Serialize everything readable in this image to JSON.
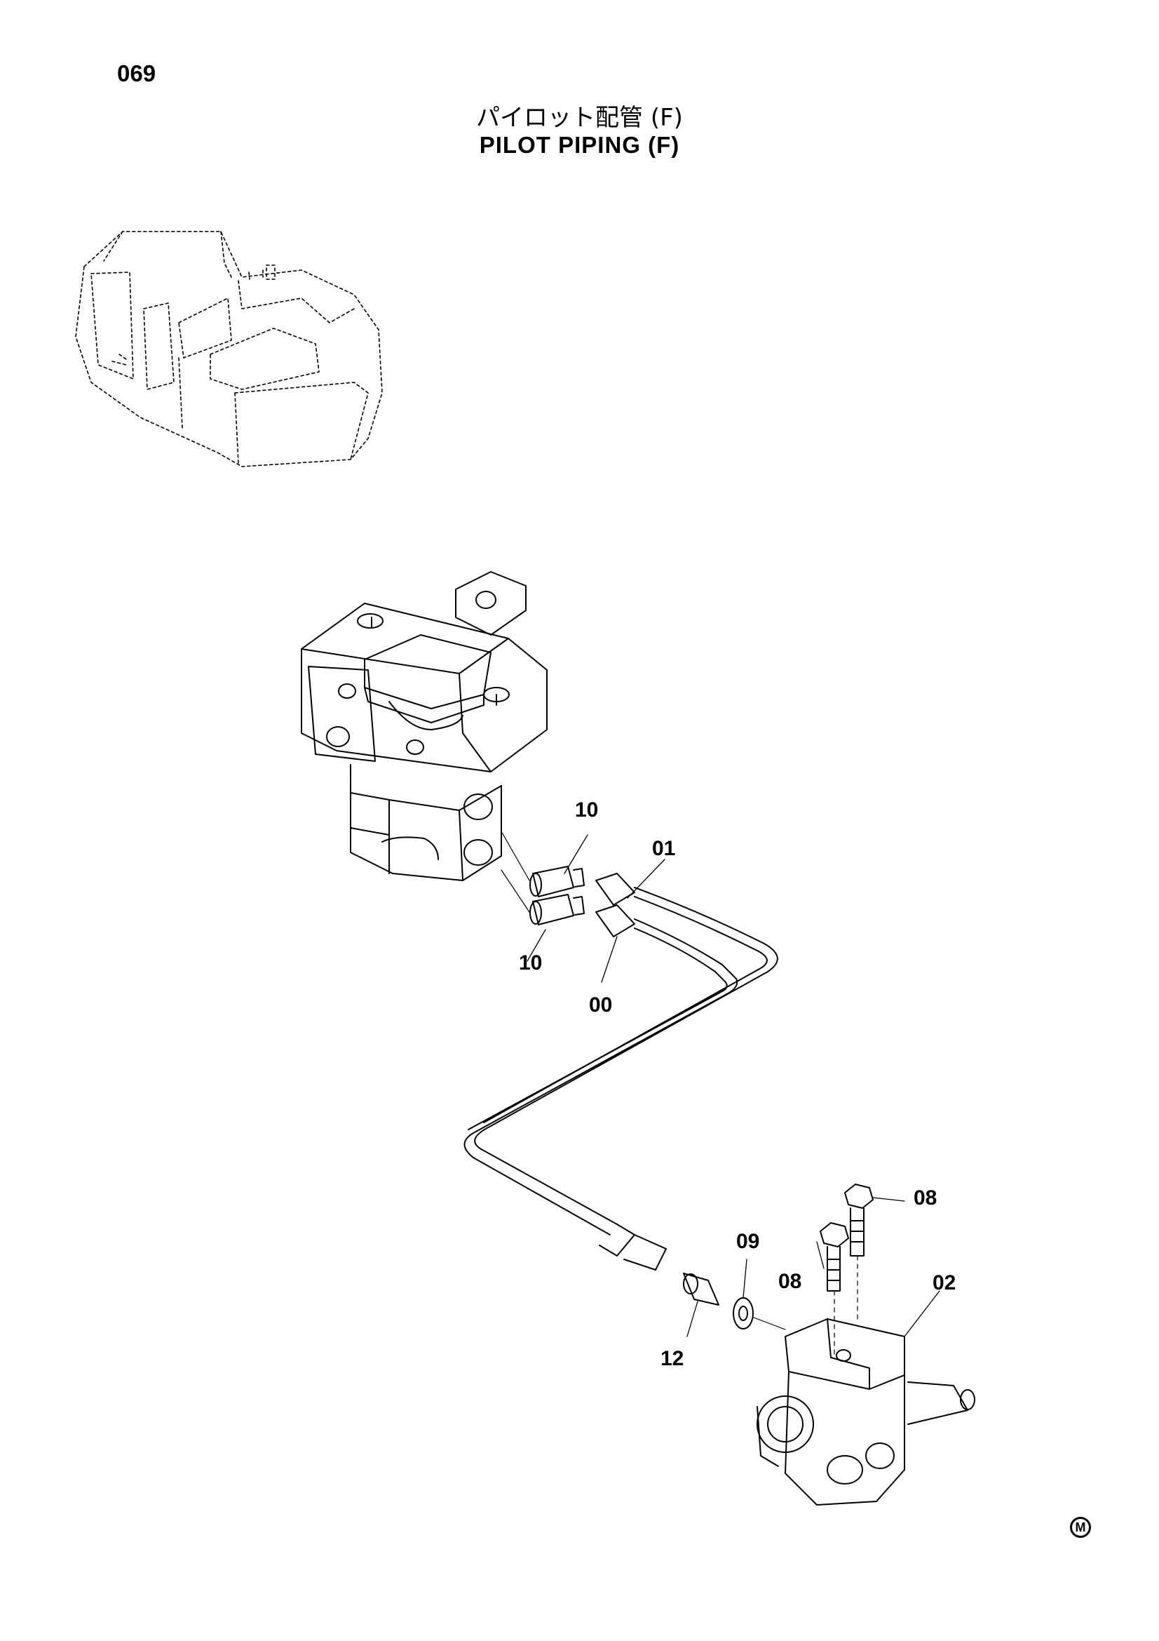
{
  "page": {
    "number": "069",
    "title_jp": "パイロット配管 (F)",
    "title_en": "PILOT PIPING (F)"
  },
  "callouts": [
    {
      "id": "10a",
      "label": "10"
    },
    {
      "id": "10b",
      "label": "10"
    },
    {
      "id": "01",
      "label": "01"
    },
    {
      "id": "00",
      "label": "00"
    },
    {
      "id": "08a",
      "label": "08"
    },
    {
      "id": "08b",
      "label": "08"
    },
    {
      "id": "09",
      "label": "09"
    },
    {
      "id": "02",
      "label": "02"
    },
    {
      "id": "12",
      "label": "12"
    }
  ],
  "footer": {
    "mark": "M"
  }
}
